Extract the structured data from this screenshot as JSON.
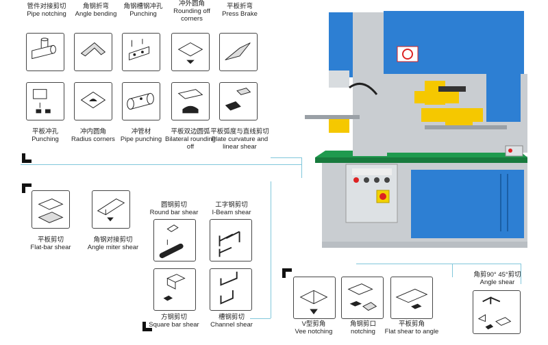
{
  "operations_top": [
    {
      "cn": "管件对接剪切",
      "en": "Pipe notching"
    },
    {
      "cn": "角钢折弯",
      "en": "Angle bending"
    },
    {
      "cn": "角钢槽钢冲孔",
      "en": "Punching"
    },
    {
      "cn": "冲外圆角",
      "en": "Rounding off corners"
    },
    {
      "cn": "平板折弯",
      "en": "Press Brake"
    }
  ],
  "operations_row2": [
    {
      "cn": "平板冲孔",
      "en": "Punching"
    },
    {
      "cn": "冲内圆角",
      "en": "Radius corners"
    },
    {
      "cn": "冲管材",
      "en": "Pipe punching"
    },
    {
      "cn": "平板双边圆弧",
      "en": "Bilateral rounding off"
    },
    {
      "cn": "平板弧度与直线剪切",
      "en": "Plate curvature and linear shear"
    }
  ],
  "operations_shear": [
    {
      "cn": "平板剪切",
      "en": "Flat-bar shear"
    },
    {
      "cn": "角钢对接剪切",
      "en": "Angle miter shear"
    }
  ],
  "operations_bar": [
    {
      "cn": "圆钢剪切",
      "en": "Round bar shear"
    },
    {
      "cn": "工字钢剪切",
      "en": "I-Beam shear"
    },
    {
      "cn": "方钢剪切",
      "en": "Square bar shear"
    },
    {
      "cn": "槽钢剪切",
      "en": "Channel shear"
    }
  ],
  "operations_notch": [
    {
      "cn": "V型剪角",
      "en": "Vee notching"
    },
    {
      "cn": "角钢剪口",
      "en": "notching"
    },
    {
      "cn": "平板剪角",
      "en": "Flat shear to angle"
    }
  ],
  "angle_shear": {
    "cn": "角剪90° 45°剪切",
    "en": "Angle shear"
  },
  "colors": {
    "machine_blue": "#2d7fd3",
    "machine_green": "#1f9a4e",
    "machine_yellow": "#f5c800",
    "machine_gray": "#c9cdd1",
    "leader_line": "#7fc6da"
  }
}
